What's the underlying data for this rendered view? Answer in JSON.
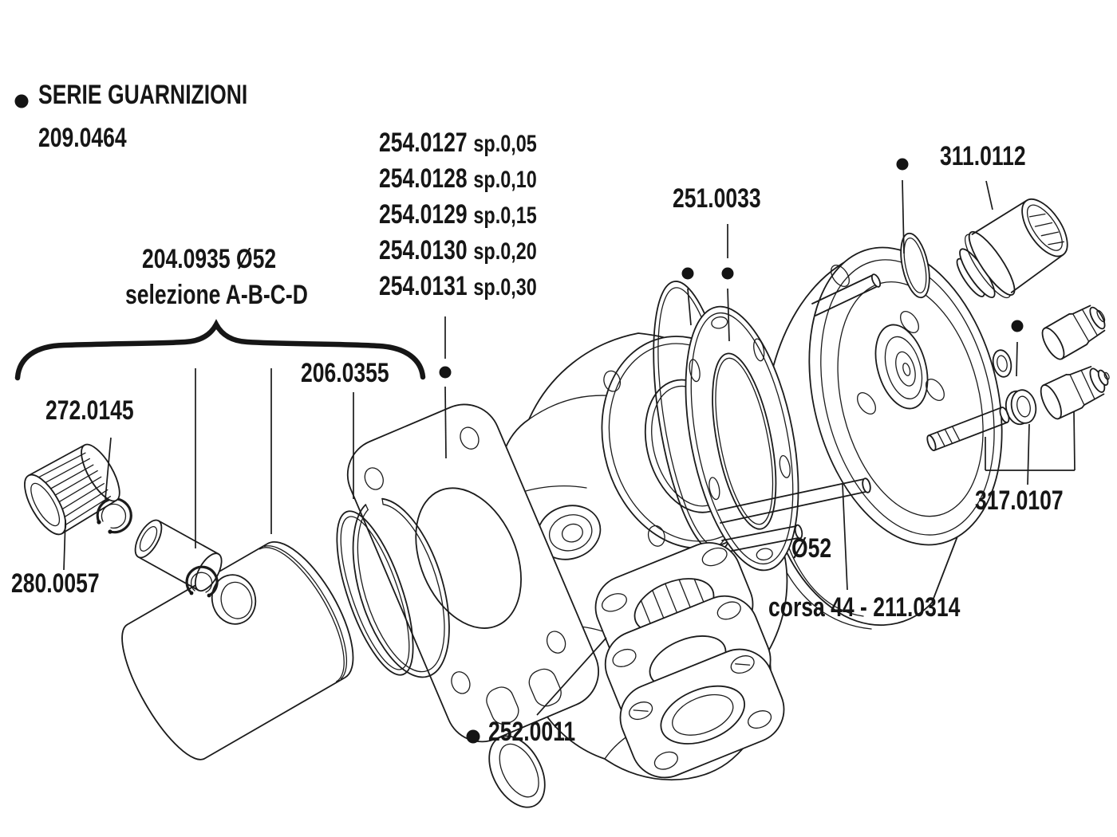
{
  "diagram": {
    "type": "exploded-parts-diagram",
    "line_color": "#1b1b1b",
    "background": "#ffffff",
    "marker": "filled-dot"
  },
  "labels": {
    "gasket_set_line1": "SERIE GUARNIZIONI",
    "gasket_set_line2": "209.0464",
    "shims": [
      {
        "code": "254.0127",
        "spec": "sp.0,05"
      },
      {
        "code": "254.0128",
        "spec": "sp.0,10"
      },
      {
        "code": "254.0129",
        "spec": "sp.0,15"
      },
      {
        "code": "254.0130",
        "spec": "sp.0,20"
      },
      {
        "code": "254.0131",
        "spec": "sp.0,30"
      }
    ],
    "head_gasket": "251.0033",
    "plug_insert": "311.0112",
    "piston_line1": "204.0935 Ø52",
    "piston_line2": "selezione A-B-C-D",
    "piston_ring": "206.0355",
    "circlip": "272.0145",
    "needle_bearing": "280.0057",
    "base_gasket": "252.0011",
    "stud_kit": "317.0107",
    "bore": "Ø52",
    "stroke_kit": "corsa 44 - 211.0314"
  }
}
